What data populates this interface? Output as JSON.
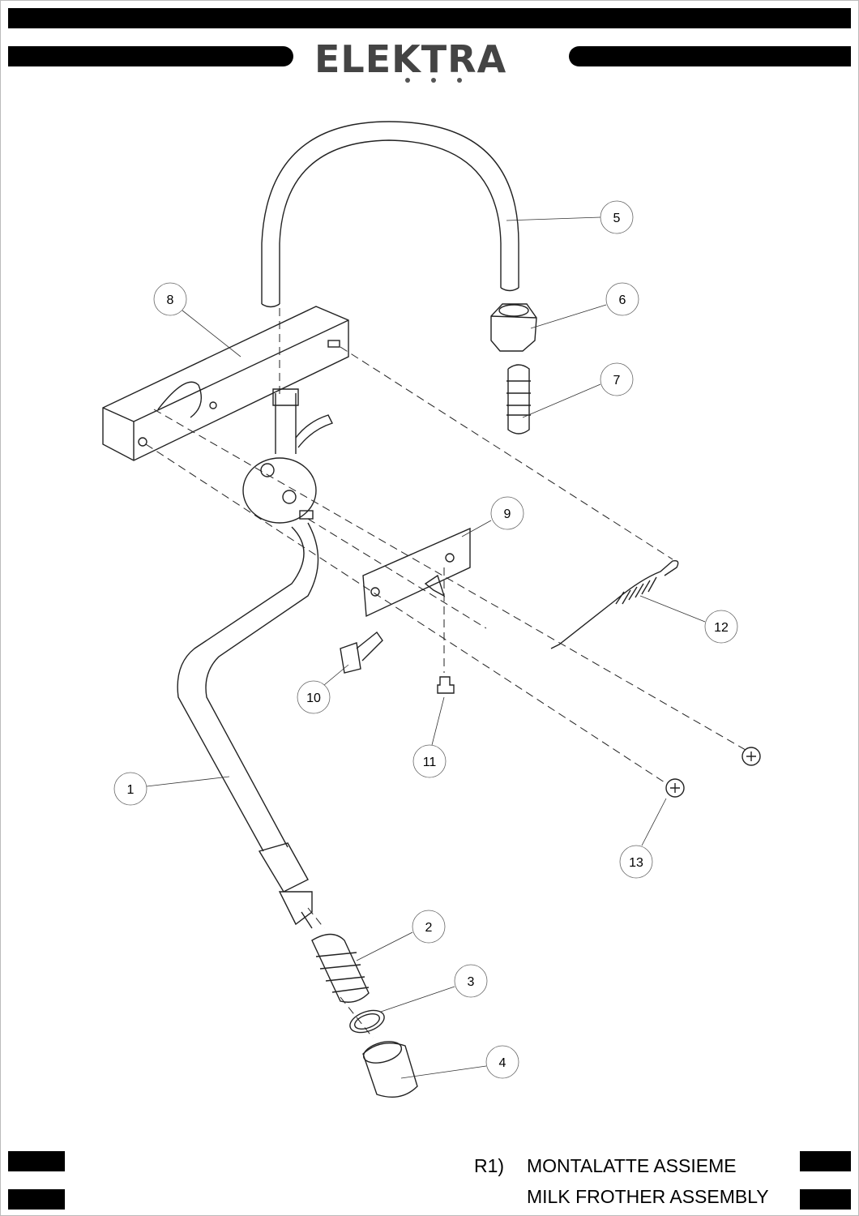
{
  "header": {
    "brand": "ELEKTRA"
  },
  "footer": {
    "code": "R1)",
    "title_it": "MONTALATTE ASSIEME",
    "title_en": "MILK FROTHER ASSEMBLY"
  },
  "callouts": [
    "1",
    "2",
    "3",
    "4",
    "5",
    "6",
    "7",
    "8",
    "9",
    "10",
    "11",
    "12",
    "13"
  ]
}
